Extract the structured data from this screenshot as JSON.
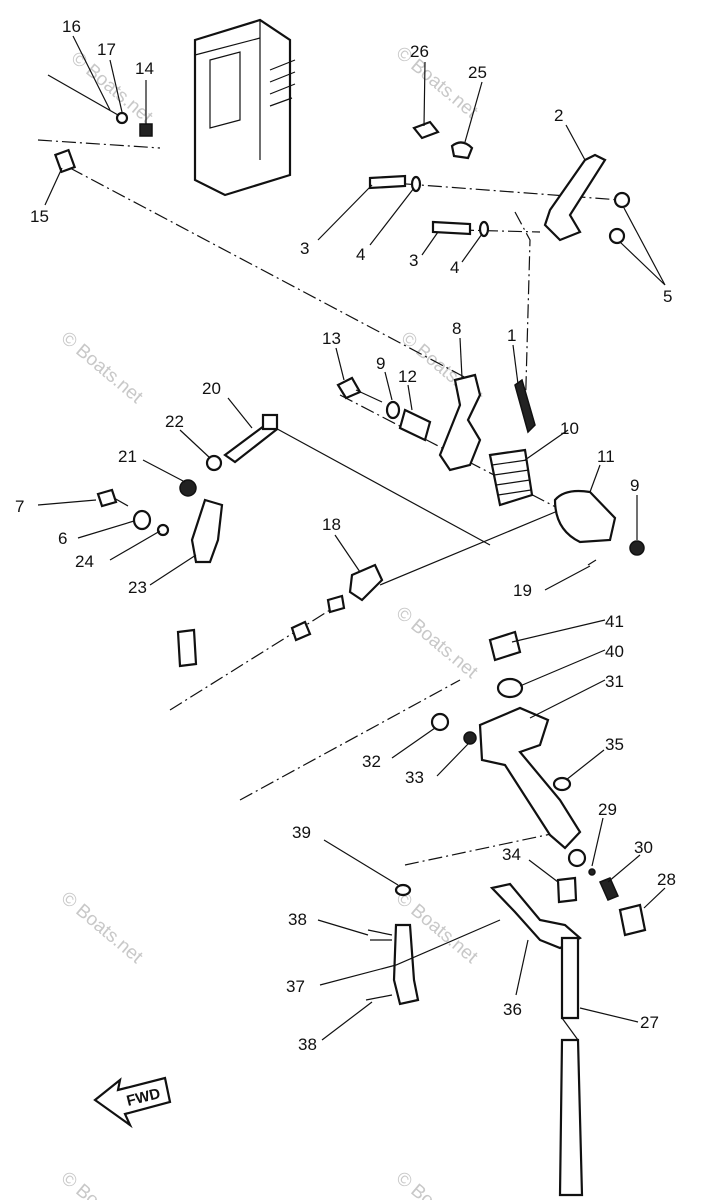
{
  "callouts": [
    {
      "id": "16",
      "label": "16"
    },
    {
      "id": "17",
      "label": "17"
    },
    {
      "id": "14",
      "label": "14"
    },
    {
      "id": "15",
      "label": "15"
    },
    {
      "id": "26",
      "label": "26"
    },
    {
      "id": "25",
      "label": "25"
    },
    {
      "id": "2",
      "label": "2"
    },
    {
      "id": "3a",
      "label": "3"
    },
    {
      "id": "4a",
      "label": "4"
    },
    {
      "id": "3b",
      "label": "3"
    },
    {
      "id": "4b",
      "label": "4"
    },
    {
      "id": "5",
      "label": "5"
    },
    {
      "id": "13",
      "label": "13"
    },
    {
      "id": "9a",
      "label": "9"
    },
    {
      "id": "12",
      "label": "12"
    },
    {
      "id": "8",
      "label": "8"
    },
    {
      "id": "1",
      "label": "1"
    },
    {
      "id": "10",
      "label": "10"
    },
    {
      "id": "11",
      "label": "11"
    },
    {
      "id": "9b",
      "label": "9"
    },
    {
      "id": "20",
      "label": "20"
    },
    {
      "id": "22",
      "label": "22"
    },
    {
      "id": "21",
      "label": "21"
    },
    {
      "id": "7",
      "label": "7"
    },
    {
      "id": "6",
      "label": "6"
    },
    {
      "id": "24",
      "label": "24"
    },
    {
      "id": "23",
      "label": "23"
    },
    {
      "id": "18",
      "label": "18"
    },
    {
      "id": "19",
      "label": "19"
    },
    {
      "id": "41",
      "label": "41"
    },
    {
      "id": "40",
      "label": "40"
    },
    {
      "id": "31",
      "label": "31"
    },
    {
      "id": "32",
      "label": "32"
    },
    {
      "id": "33",
      "label": "33"
    },
    {
      "id": "35",
      "label": "35"
    },
    {
      "id": "29",
      "label": "29"
    },
    {
      "id": "30",
      "label": "30"
    },
    {
      "id": "28",
      "label": "28"
    },
    {
      "id": "39",
      "label": "39"
    },
    {
      "id": "34",
      "label": "34"
    },
    {
      "id": "38a",
      "label": "38"
    },
    {
      "id": "37",
      "label": "37"
    },
    {
      "id": "36",
      "label": "36"
    },
    {
      "id": "27",
      "label": "27"
    },
    {
      "id": "38b",
      "label": "38"
    }
  ],
  "direction_badge": "FWD",
  "watermark": "© Boats.net"
}
